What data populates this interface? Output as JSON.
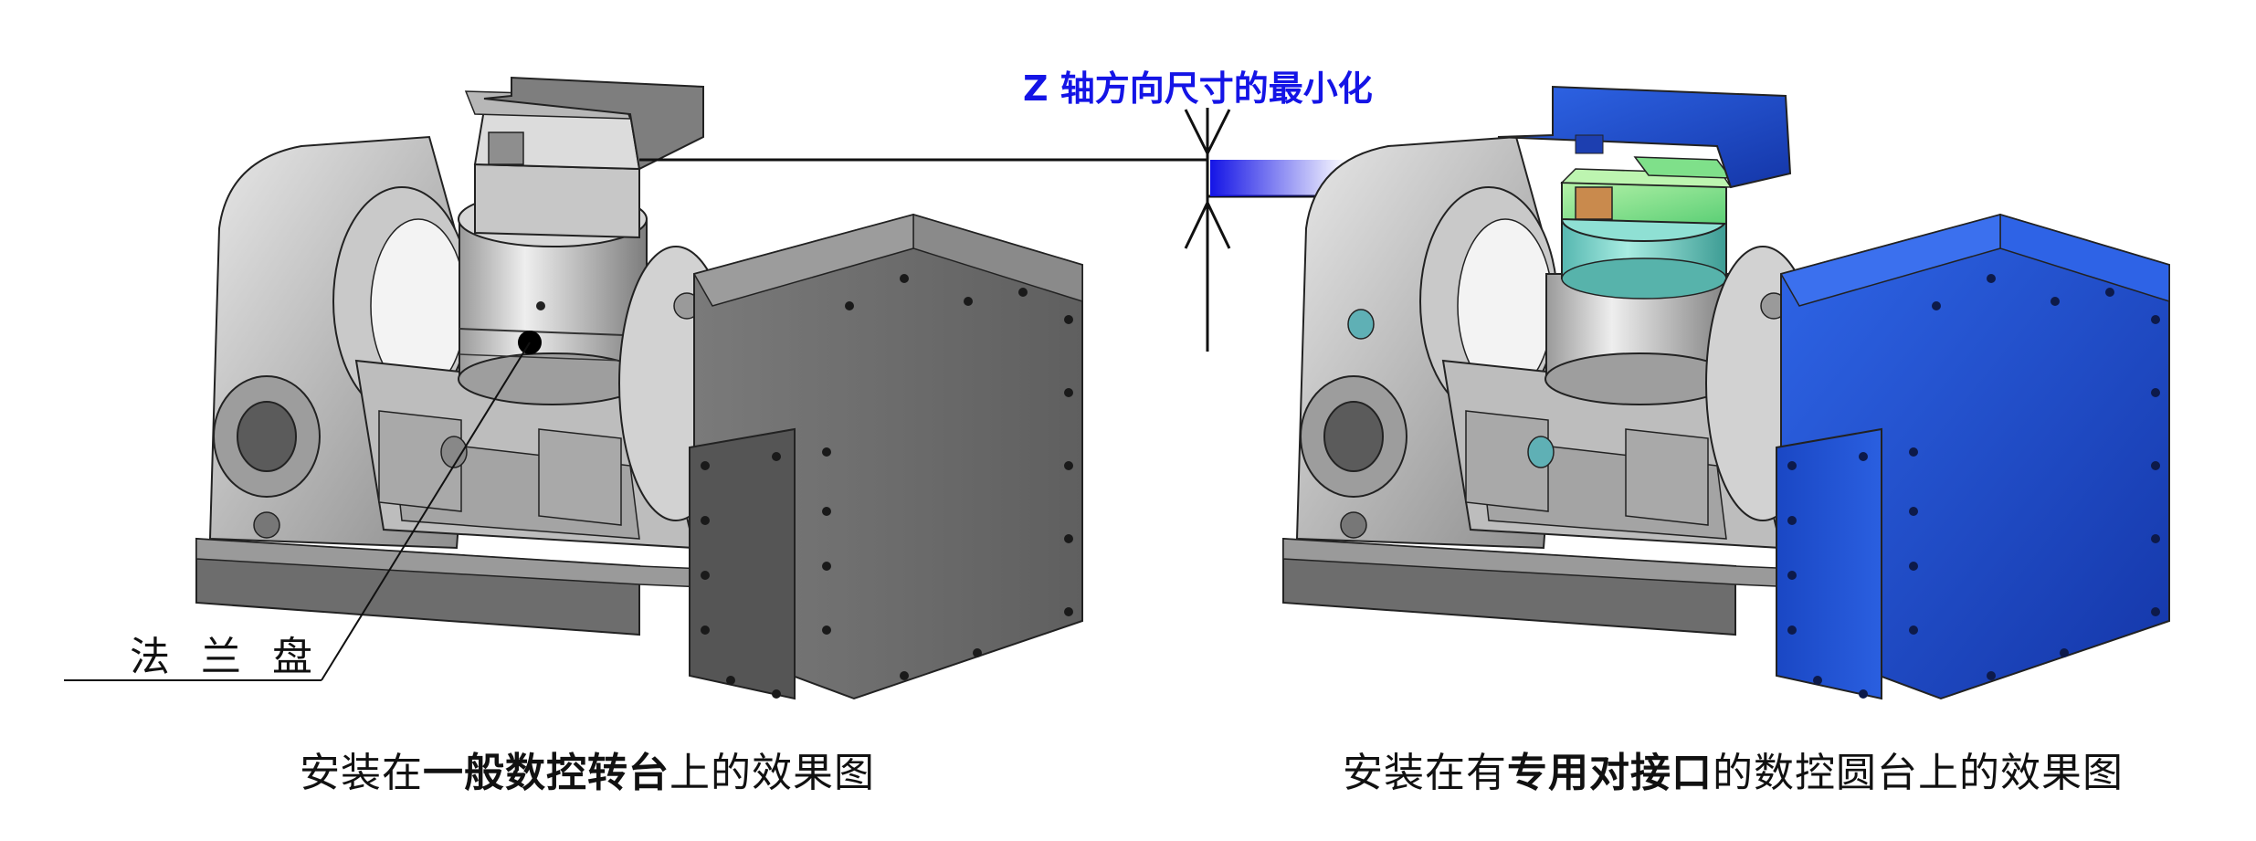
{
  "z_axis_label": "Z 轴方向尺寸的最小化",
  "flange_label": "法 兰 盘",
  "left_caption": {
    "prefix": "安装在",
    "bold": "一般数控转台",
    "suffix": "上的效果图"
  },
  "right_caption": {
    "prefix": "安装在有",
    "bold": "专用对接口",
    "suffix": "的数控圆台上的效果图"
  },
  "colors": {
    "title_blue": "#1414e6",
    "blue_housing": "#1f4fd1",
    "green_chuck": "#7fe08a",
    "gray_housing": "#8a8a8a"
  }
}
